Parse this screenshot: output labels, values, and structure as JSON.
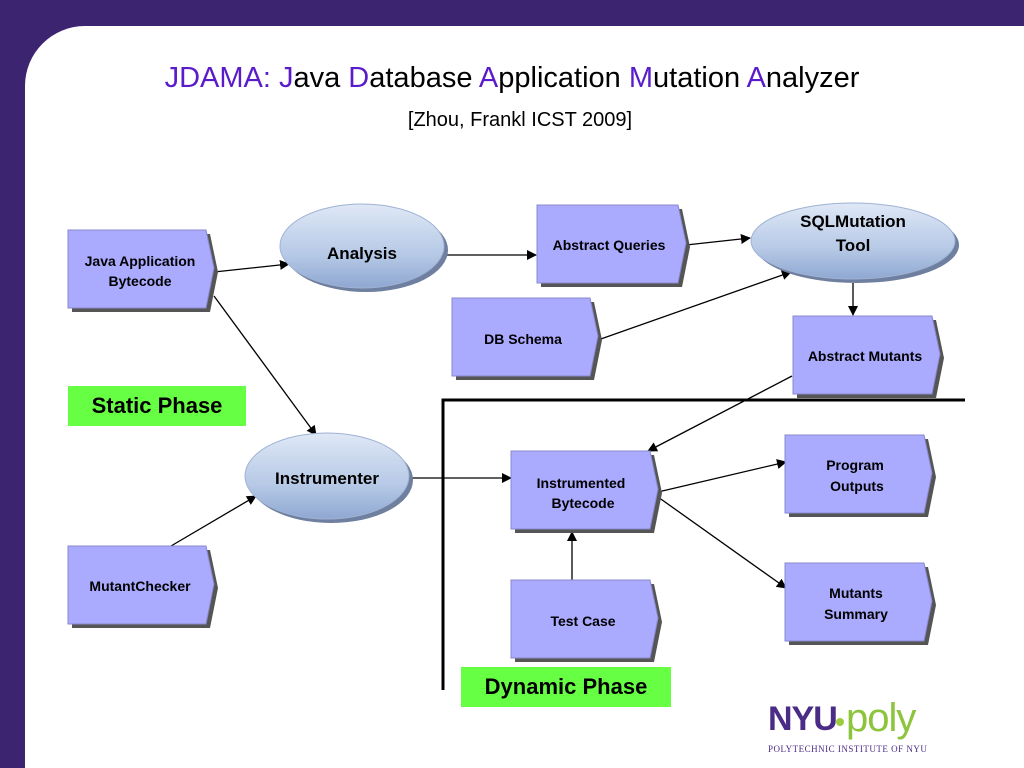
{
  "title": {
    "prefix": "JDAMA:",
    "parts": [
      {
        "initial": "J",
        "rest": "ava"
      },
      {
        "initial": "D",
        "rest": "atabase"
      },
      {
        "initial": "A",
        "rest": "pplication"
      },
      {
        "initial": "M",
        "rest": "utation"
      },
      {
        "initial": "A",
        "rest": "nalyzer"
      }
    ]
  },
  "subtitle": "[Zhou, Frankl ICST 2009]",
  "nodes": {
    "java_bytecode": [
      "Java Application",
      "Bytecode"
    ],
    "analysis": [
      "Analysis"
    ],
    "abstract_queries": [
      "Abstract Queries"
    ],
    "sqlmutation_tool": [
      "SQLMutation",
      "Tool"
    ],
    "db_schema": [
      "DB Schema"
    ],
    "abstract_mutants": [
      "Abstract Mutants"
    ],
    "instrumenter": [
      "Instrumenter"
    ],
    "instrumented_bytecode": [
      "Instrumented",
      "Bytecode"
    ],
    "program_outputs": [
      "Program",
      "Outputs"
    ],
    "mutant_checker": [
      "MutantChecker"
    ],
    "test_case": [
      "Test Case"
    ],
    "mutants_summary": [
      "Mutants",
      "Summary"
    ]
  },
  "phases": {
    "static": "Static Phase",
    "dynamic": "Dynamic Phase"
  },
  "logo": {
    "nyu": "NYU",
    "poly": "poly",
    "tagline": "POLYTECHNIC INSTITUTE OF NYU"
  },
  "colors": {
    "background_frame": "#3d2470",
    "title_highlight": "#5a1ccb",
    "box_fill": "#aaaaff",
    "ellipse_fill": "#b4c8e6",
    "phase_label": "#66ff44"
  }
}
